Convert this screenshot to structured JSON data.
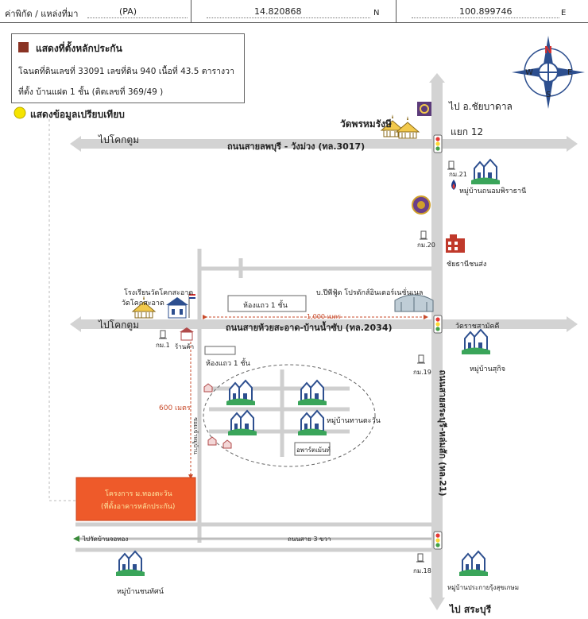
{
  "header": {
    "source_label": "ค่าพิกัด / แหล่งที่มา",
    "source_value": "(PA)",
    "lat": "14.820868",
    "lat_unit": "N",
    "lon": "100.899746",
    "lon_unit": "E"
  },
  "legend": {
    "title": "แสดงที่ตั้งหลักประกัน",
    "line1": "โฉนดที่ดินเลขที่ 33091 เลขที่ดิน 940 เนื้อที่ 43.5 ตารางวา",
    "line2": "ที่ตั้ง บ้านแฝด 1 ชั้น (ติดเลขที่ 369/49 )",
    "compare_label": "แสดงข้อมูลเปรียบเทียบ",
    "swatch_color": "#8a3324",
    "compare_color": "#f5e400"
  },
  "compass": {
    "n": "N",
    "e": "E",
    "s": "S",
    "w": "W"
  },
  "roads": {
    "top_road": "ถนนสายลพบุรี - วังม่วง (ทล.3017)",
    "top_left_dest": "ไปโคกตูม",
    "to_chaibadan": "ไป อ.ชัยบาดาล",
    "intersection12": "แยก 12",
    "mid_road": "ถนนสายห้วยสะอาด-บ้านน้ำซับ (ทล.2034)",
    "mid_left_dest": "ไปโคกตูม",
    "vertical_road": "ถนนสายสระบุรี-หล่มสัก (ทล.21)",
    "to_saraburi": "ไป สระบุรี",
    "bottom_road": "ถนนสาย 3 ขวา",
    "bottom_left_dest": "ไปวัดบ้านจอทอง",
    "soi_label": "ซอยเข้าหมู่บ้าน"
  },
  "places": {
    "wat_phrommarangsi": "วัดพรหมรังษี",
    "km21": "กม.21",
    "mooban_thanomphirathani": "หมู่บ้านถนอมพิราธานี",
    "km20": "กม.20",
    "chaiyanit": "ชัยธานีชนส่ง",
    "company": "บ.ปีพีฟู้ด โปรดักส์อินเตอร์เนชั่นเนล",
    "school": "โรงเรียนวัดโคกสะอาด",
    "wat_khoksaat": "วัดโคกสะอาด",
    "shophouse1": "ห้องแถว 1 ชั้น",
    "shophouse2": "ห้องแถว 1 ชั้น",
    "distance_1000": "1,000 เมตร",
    "km1": "กม.1",
    "shop": "ร้านค้า",
    "wat_rat": "วัดราชสามัคคี",
    "mooban_suchit": "หมู่บ้านสุกิจ",
    "km19": "กม.19",
    "distance_600": "600 เมตร",
    "mooban_thanathawan": "หมู่บ้านทานตะวัน",
    "apartment": "อพาร์ตเม้นท์",
    "project_line1": "โครงการ ม.ทองตะวัน",
    "project_line2": "(ที่ตั้งอาคารหลักประกัน)",
    "project_color": "#ee5a2a",
    "km18": "กม.18",
    "mooban_prasit": "หมู่บ้านประกายรุ้งสุขเกษม",
    "mooban_chonsap": "หมู่บ้านชนทัศน์"
  }
}
